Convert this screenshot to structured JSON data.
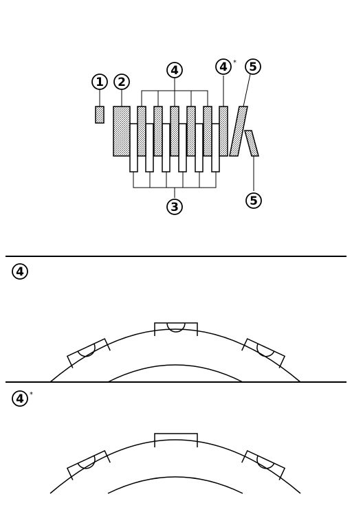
{
  "stack_callouts": {
    "c1": {
      "number": "1"
    },
    "c2": {
      "number": "2"
    },
    "c4_top": {
      "number": "4"
    },
    "c4_star": {
      "number": "4",
      "mark": "*"
    },
    "c5_top": {
      "number": "5"
    },
    "c3": {
      "number": "3"
    },
    "c5_bottom": {
      "number": "5"
    }
  },
  "detail_panels": [
    {
      "number": "4",
      "mark": ""
    },
    {
      "number": "4",
      "mark": "*"
    }
  ],
  "colors": {
    "ink": "#000000",
    "hatch": "#9a9a9a",
    "paper": "#ffffff"
  }
}
